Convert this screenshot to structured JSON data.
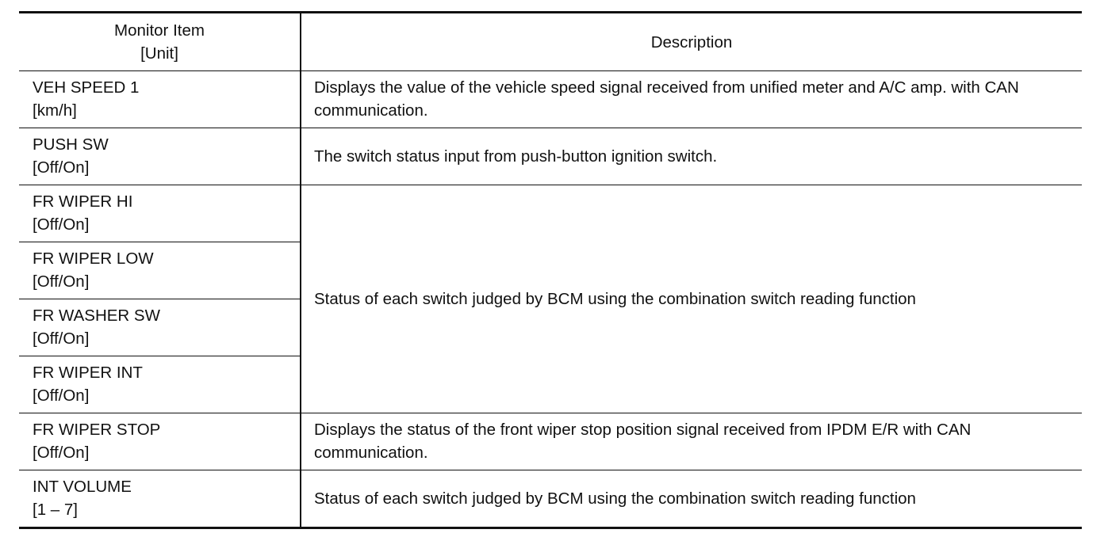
{
  "table": {
    "header": {
      "item_line1": "Monitor Item",
      "item_line2": "[Unit]",
      "description": "Description"
    },
    "rows": [
      {
        "name": "VEH SPEED 1",
        "unit": "[km/h]",
        "description": "Displays the value of the vehicle speed signal received from unified meter and A/C amp. with CAN communication."
      },
      {
        "name": "PUSH SW",
        "unit": "[Off/On]",
        "description": "The switch status input from push-button ignition switch."
      },
      {
        "name": "FR WIPER HI",
        "unit": "[Off/On]",
        "description": "Status of each switch judged by BCM using the combination switch reading function"
      },
      {
        "name": "FR WIPER LOW",
        "unit": "[Off/On]"
      },
      {
        "name": "FR WASHER SW",
        "unit": "[Off/On]"
      },
      {
        "name": "FR WIPER INT",
        "unit": "[Off/On]"
      },
      {
        "name": "FR WIPER STOP",
        "unit": "[Off/On]",
        "description": "Displays the status of the front wiper stop position signal received from IPDM E/R with CAN communication."
      },
      {
        "name": "INT VOLUME",
        "unit": "[1 – 7]",
        "description": "Status of each switch judged by BCM using the combination switch reading function"
      }
    ]
  }
}
